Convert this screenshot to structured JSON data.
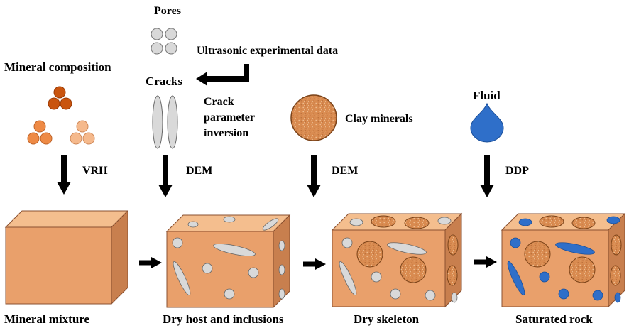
{
  "labels": {
    "pores": "Pores",
    "ultrasonic": "Ultrasonic experimental data",
    "mineral_composition": "Mineral composition",
    "cracks": "Cracks",
    "crack_inversion_1": "Crack",
    "crack_inversion_2": "parameter",
    "crack_inversion_3": "inversion",
    "clay_minerals": "Clay minerals",
    "fluid": "Fluid"
  },
  "methods": {
    "vrh": "VRH",
    "dem1": "DEM",
    "dem2": "DEM",
    "ddp": "DDP"
  },
  "stages": {
    "mineral_mixture": "Mineral mixture",
    "dry_host": "Dry host and inclusions",
    "dry_skeleton": "Dry skeleton",
    "saturated_rock": "Saturated rock"
  },
  "colors": {
    "block_front": "#E9A06B",
    "block_top": "#F4BE8E",
    "block_side": "#C87F4E",
    "pore_fill": "#D9D9D9",
    "crack_fill": "#D9D9D9",
    "clay_fill": "#D88A4F",
    "fluid_fill": "#2F6FC9",
    "mineral_dark": "#C9540E",
    "mineral_mid": "#EE8A45",
    "mineral_light": "#F5B98C"
  }
}
